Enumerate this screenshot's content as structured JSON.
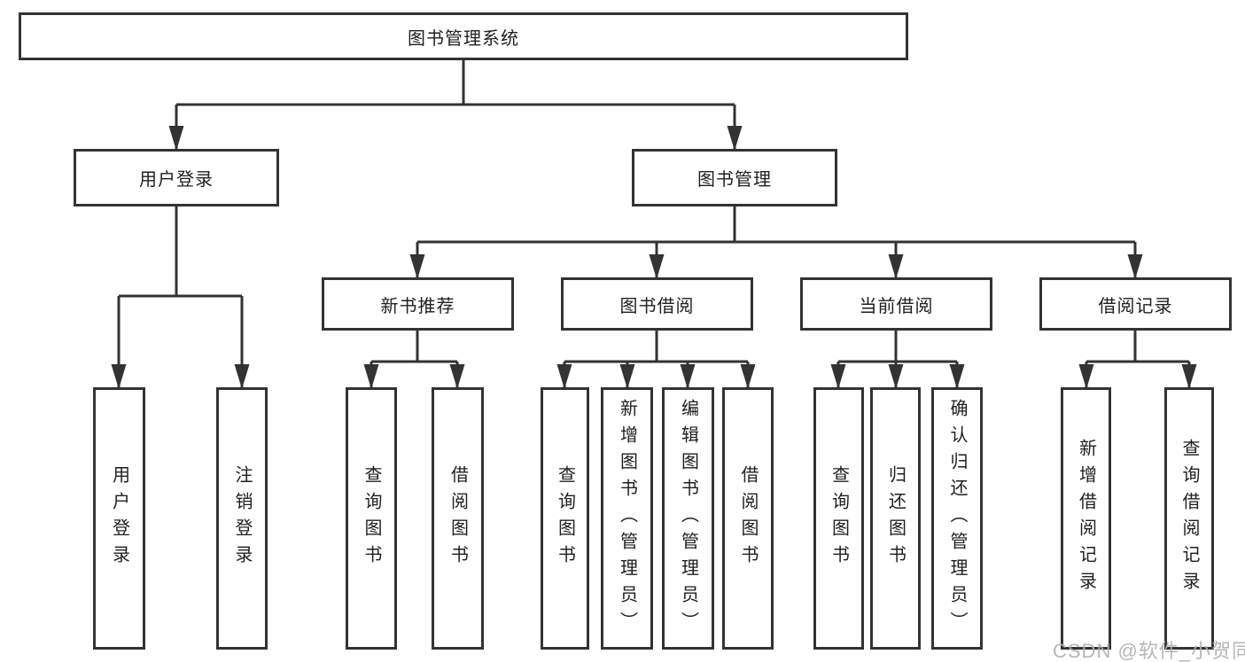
{
  "colors": {
    "line": "#333333",
    "text": "#1f1f1f",
    "background": "#ffffff",
    "watermark": "#b2b2b2"
  },
  "watermark": {
    "text": "CSDN @软件_小贺同学"
  },
  "tree": {
    "label": "图书管理系统",
    "children": [
      {
        "label": "用户登录",
        "children": [
          {
            "label": "用户登录"
          },
          {
            "label": "注销登录"
          }
        ]
      },
      {
        "label": "图书管理",
        "children": [
          {
            "label": "新书推荐",
            "children": [
              {
                "label": "查询图书"
              },
              {
                "label": "借阅图书"
              }
            ]
          },
          {
            "label": "图书借阅",
            "children": [
              {
                "label": "查询图书"
              },
              {
                "label": "新增图书（管理员）"
              },
              {
                "label": "编辑图书（管理员）"
              },
              {
                "label": "借阅图书"
              }
            ]
          },
          {
            "label": "当前借阅",
            "children": [
              {
                "label": "查询图书"
              },
              {
                "label": "归还图书"
              },
              {
                "label": "确认归还（管理员）"
              }
            ]
          },
          {
            "label": "借阅记录",
            "children": [
              {
                "label": "新增借阅记录"
              },
              {
                "label": "查询借阅记录"
              }
            ]
          }
        ]
      }
    ]
  }
}
